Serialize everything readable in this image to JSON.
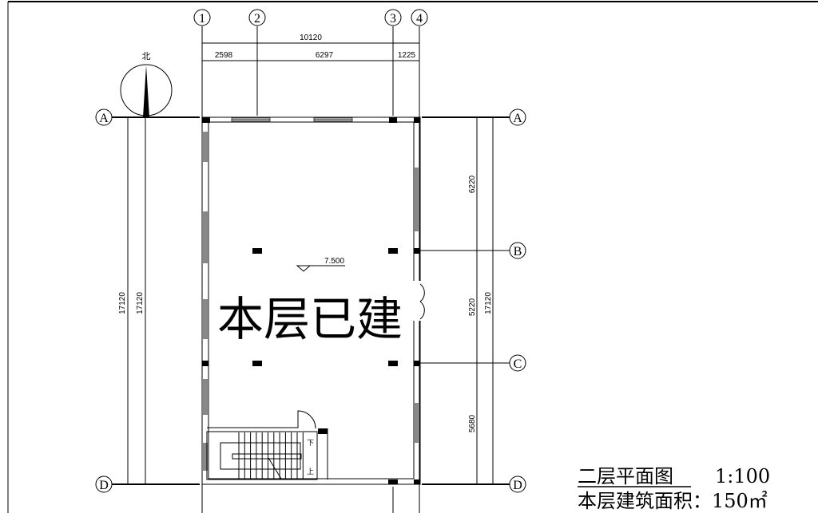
{
  "axes": {
    "cols": [
      "1",
      "2",
      "3",
      "4"
    ],
    "rows": [
      "A",
      "B",
      "C",
      "D"
    ]
  },
  "north_label": "北",
  "dims_top": {
    "overall": "10120",
    "parts": [
      "2598",
      "6297",
      "1225"
    ]
  },
  "dims_left": [
    "17120",
    "17120"
  ],
  "dims_right": {
    "parts": [
      "6220",
      "5220",
      "5680"
    ],
    "overall": "17120"
  },
  "level": "7.500",
  "overlay_text": "本层已建",
  "stair": {
    "down": "下",
    "up": "上"
  },
  "title": {
    "name": "二层平面图",
    "scale": "1:100",
    "area": "本层建筑面积：150㎡"
  }
}
